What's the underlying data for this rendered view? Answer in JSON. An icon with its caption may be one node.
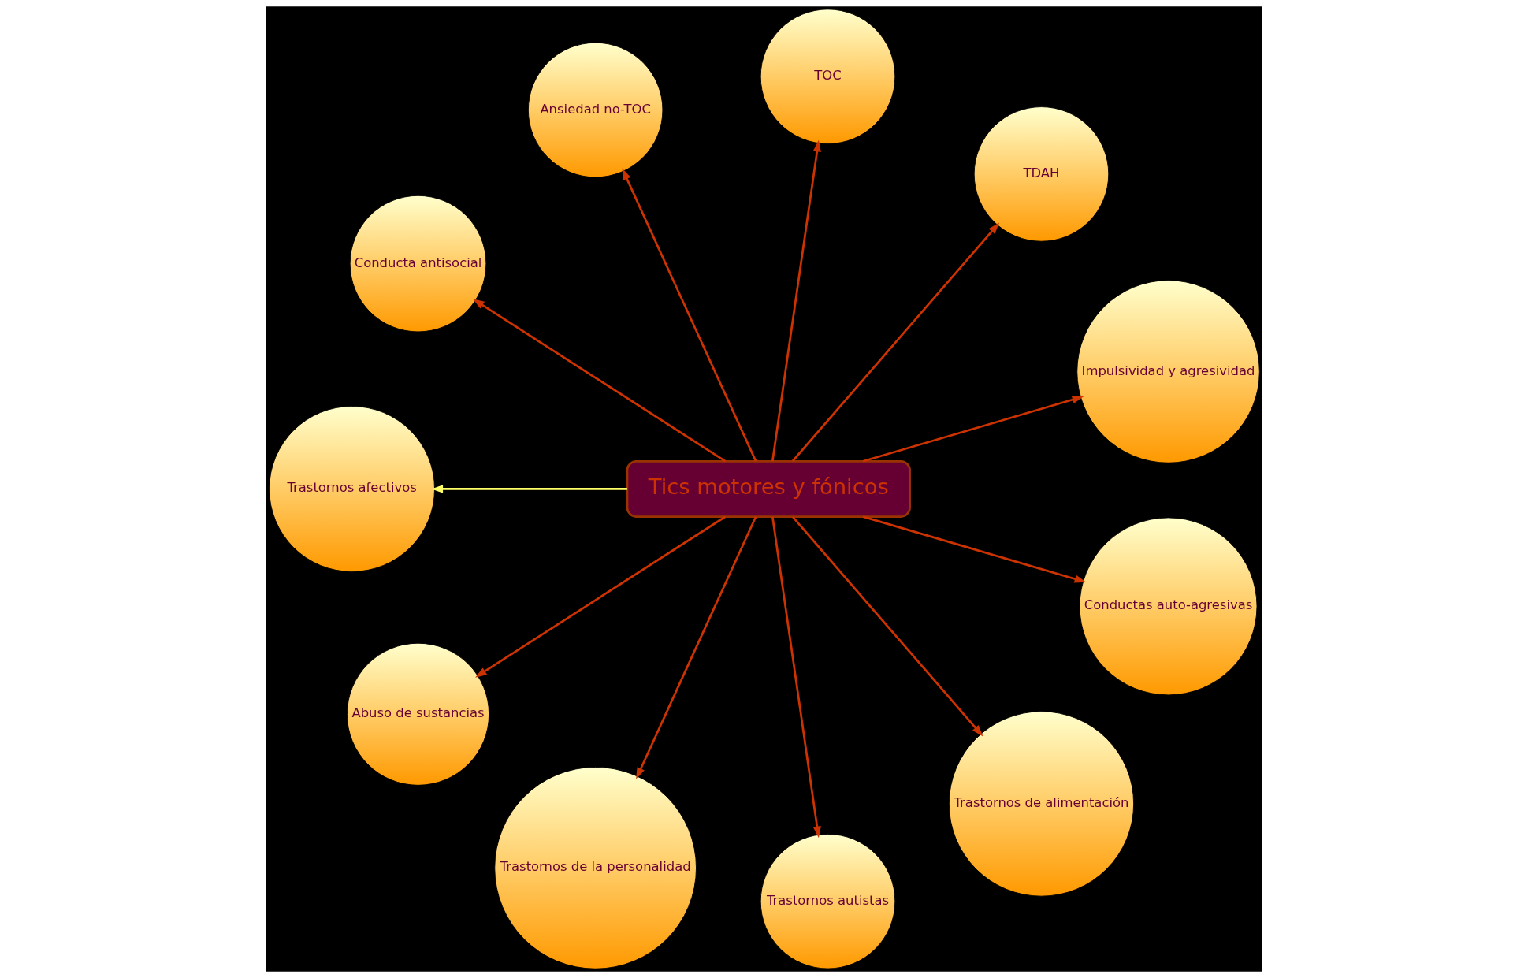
{
  "diagram": {
    "nodes": [
      {
        "text": [
          "Tics motores y fónicos"
        ]
      },
      {
        "text": [
          "Impulsividad y agresividad"
        ]
      },
      {
        "text": [
          "TDAH"
        ]
      },
      {
        "text": [
          "TOC"
        ]
      },
      {
        "text": [
          "Ansiedad no-TOC"
        ]
      },
      {
        "text": [
          "Conducta antisocial"
        ]
      },
      {
        "text": [
          "Trastornos afectivos"
        ]
      },
      {
        "text": [
          "Abuso de sustancias"
        ]
      },
      {
        "text": [
          "Trastornos de la personalidad"
        ]
      },
      {
        "text": [
          "Trastornos autistas"
        ]
      },
      {
        "text": [
          "Trastornos de alimentación"
        ]
      },
      {
        "text": [
          "Conductas auto-agresivas"
        ]
      }
    ],
    "edges": [
      {
        "from": 0,
        "to": 1,
        "arrow": "to"
      },
      {
        "from": 0,
        "to": 2,
        "arrow": "to"
      },
      {
        "from": 0,
        "to": 3,
        "arrow": "to"
      },
      {
        "from": 0,
        "to": 4,
        "arrow": "to"
      },
      {
        "from": 0,
        "to": 5,
        "arrow": "to"
      },
      {
        "from": 0,
        "to": 6,
        "arrow": "to",
        "color": "#ffff66"
      },
      {
        "from": 0,
        "to": 11,
        "arrow": "to"
      },
      {
        "from": 0,
        "to": 7,
        "arrow": "to"
      },
      {
        "from": 0,
        "to": 8,
        "arrow": "to"
      },
      {
        "from": 0,
        "to": 9,
        "arrow": "to"
      },
      {
        "from": 0,
        "to": 10,
        "arrow": "to"
      }
    ]
  }
}
